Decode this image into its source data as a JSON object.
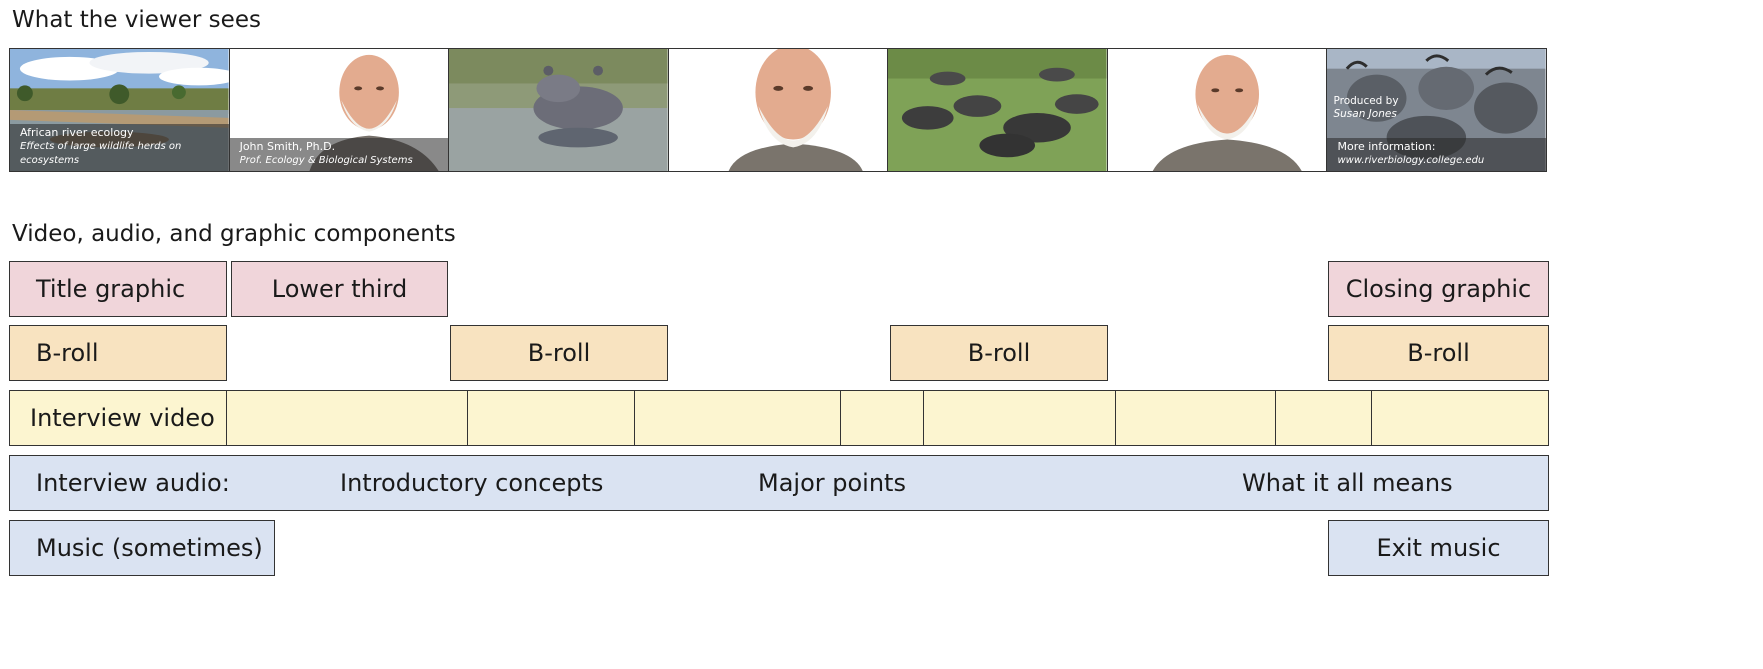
{
  "headings": {
    "viewer": "What the viewer sees",
    "components": "Video, audio, and graphic components"
  },
  "filmstrip": {
    "frames": [
      {
        "scene": "river",
        "caption_title": "African river ecology",
        "caption_sub": "Effects of large wildlife herds on ecosystems"
      },
      {
        "scene": "interviewee",
        "caption_title": "John Smith, Ph.D.",
        "caption_sub": "Prof. Ecology & Biological Systems"
      },
      {
        "scene": "hippo"
      },
      {
        "scene": "interviewee-closeup"
      },
      {
        "scene": "wildebeest-herd"
      },
      {
        "scene": "interviewee"
      },
      {
        "scene": "wildebeest-closeup",
        "top_title": "Produced by",
        "top_sub": "Susan Jones",
        "caption_title": "More information:",
        "caption_sub": "www.riverbiology.college.edu"
      }
    ]
  },
  "tracks": {
    "graphics": {
      "title": "Title graphic",
      "lower_third": "Lower third",
      "closing": "Closing graphic"
    },
    "broll": {
      "label": "B-roll"
    },
    "interview_video": {
      "label": "Interview video"
    },
    "interview_audio": {
      "label": "Interview audio:",
      "sections": [
        "Introductory concepts",
        "Major points",
        "What it all means"
      ]
    },
    "music": {
      "intro": "Music (sometimes)",
      "exit": "Exit music"
    }
  },
  "colors": {
    "graphics": "#f0d5da",
    "broll": "#f8e3c0",
    "video": "#fcf5d0",
    "audio": "#dae3f2"
  }
}
